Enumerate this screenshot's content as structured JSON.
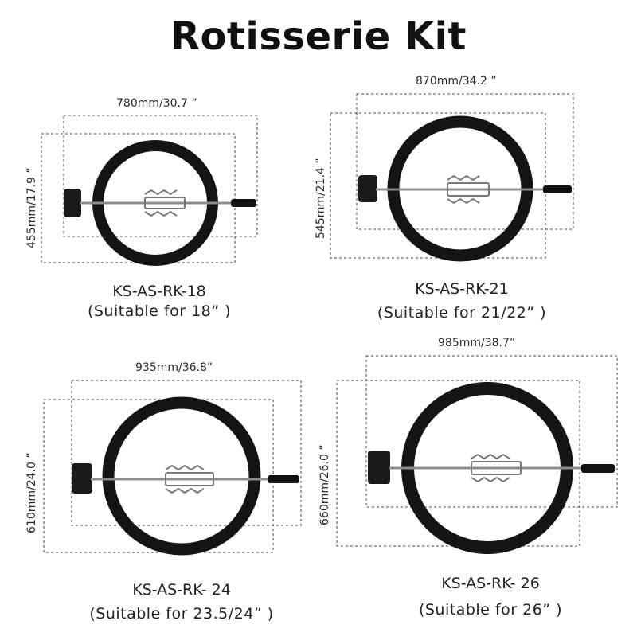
{
  "title": "Rotisserie Kit",
  "products": [
    {
      "model": "KS-AS-RK-18",
      "suitable": "(Suitable for 18” )",
      "width_label": "780mm/30.7 ”",
      "height_label": "455mm/17.9 ”"
    },
    {
      "model": "KS-AS-RK-21",
      "suitable": "(Suitable for 21/22” )",
      "width_label": "870mm/34.2 ”",
      "height_label": "545mm/21.4 ”"
    },
    {
      "model": "KS-AS-RK- 24",
      "suitable": "(Suitable for 23.5/24” )",
      "width_label": "935mm/36.8”",
      "height_label": "610mm/24.0 ”"
    },
    {
      "model": "KS-AS-RK- 26",
      "suitable": "(Suitable for 26” )",
      "width_label": "985mm/38.7”",
      "height_label": "660mm/26.0 ”"
    }
  ],
  "colors": {
    "ring": "#141414",
    "rod": "#8c8c8c",
    "dash": "#444444"
  }
}
